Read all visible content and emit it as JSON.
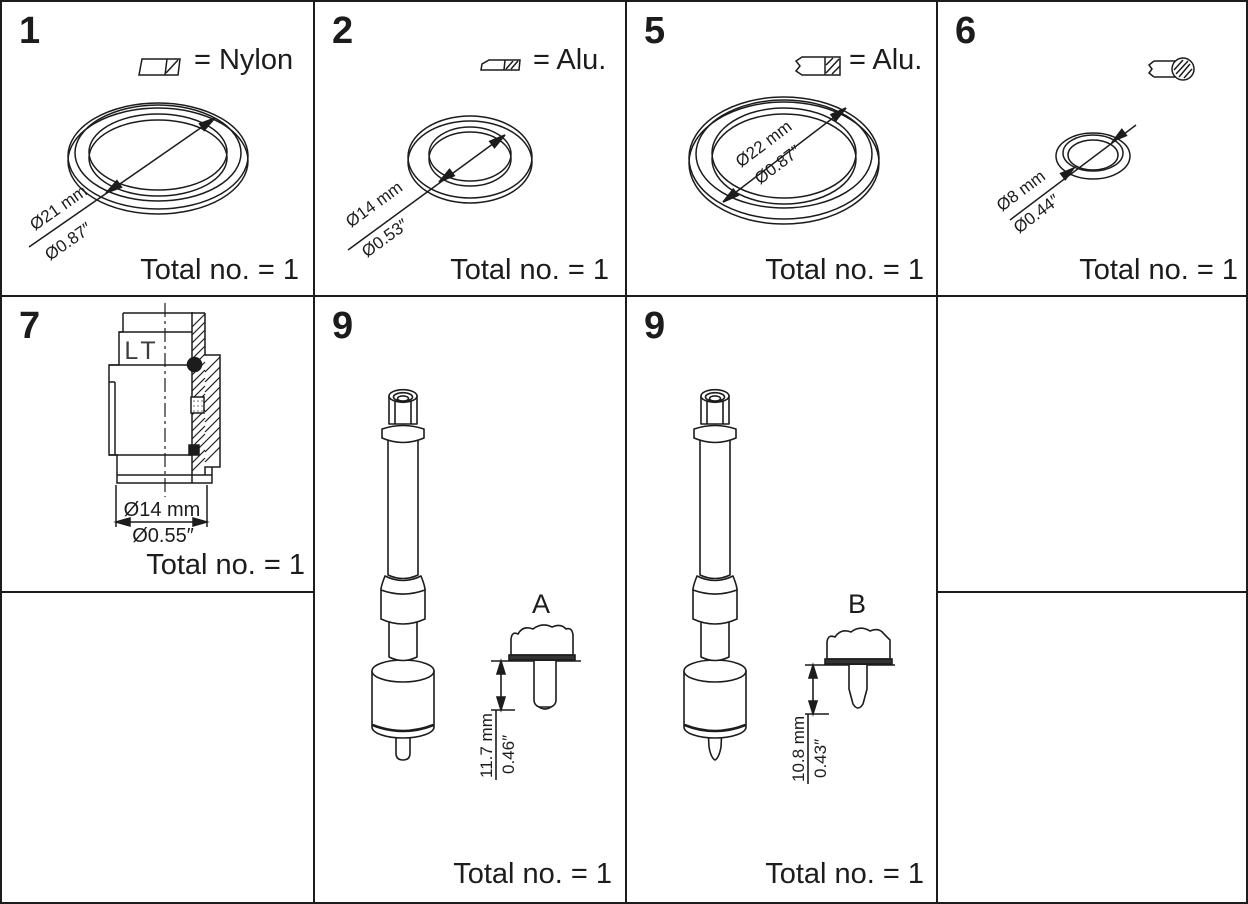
{
  "colors": {
    "line": "#1c1c1c",
    "background": "#ffffff",
    "band_fill": "#333333"
  },
  "symbols": {
    "p1_legend_icon": "nylon-material-section-swatch",
    "p2_legend_icon": "aluminium-washer-section-swatch",
    "p5_legend_icon": "aluminium-ring-section-swatch",
    "p6_material_icon": "o-ring-cross-section"
  },
  "panels": {
    "p1": {
      "number": "1",
      "legend_label": "= Nylon",
      "dia_mm": "Ø21 mm",
      "dia_inch": "Ø0.87″",
      "total": "Total no. = 1"
    },
    "p2": {
      "number": "2",
      "legend_label": "= Alu.",
      "dia_mm": "Ø14 mm",
      "dia_inch": "Ø0.53″",
      "total": "Total no. = 1"
    },
    "p5": {
      "number": "5",
      "legend_label": "= Alu.",
      "dia_mm": "Ø22 mm",
      "dia_inch": "Ø0.87″",
      "total": "Total no. = 1"
    },
    "p6": {
      "number": "6",
      "dia_mm": "Ø8 mm",
      "dia_inch": "Ø0.44″",
      "total": "Total no. = 1"
    },
    "p7": {
      "number": "7",
      "marking": "LT",
      "dia_mm": "Ø14 mm",
      "dia_inch": "Ø0.55″",
      "total": "Total no. = 1"
    },
    "p9a": {
      "number": "9",
      "detail": "A",
      "len_mm": "11.7 mm",
      "len_inch": "0.46″",
      "total": "Total no. = 1"
    },
    "p9b": {
      "number": "9",
      "detail": "B",
      "len_mm": "10.8 mm",
      "len_inch": "0.43″",
      "total": "Total no. = 1"
    }
  }
}
